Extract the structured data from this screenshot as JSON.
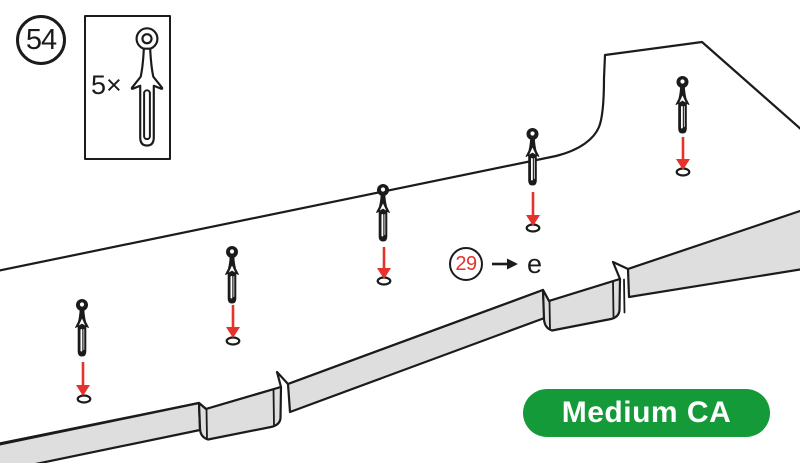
{
  "step": {
    "number": "54"
  },
  "parts_box": {
    "quantity": "5×",
    "part": "expansion-pin",
    "count": 5
  },
  "callout": {
    "number": "29",
    "target_label": "e"
  },
  "badge": {
    "label": "Medium CA"
  },
  "colors": {
    "accent_red": "#e5322a",
    "badge_green": "#149a38",
    "panel_gray": "#dedede",
    "outline": "#1b1b1b"
  },
  "icons": {
    "pin_icon": "expansion-pin",
    "insert_arrow_icon": "red-down-arrow",
    "callout_arrow_icon": "black-right-arrow",
    "hole_icon": "pilot-hole"
  }
}
